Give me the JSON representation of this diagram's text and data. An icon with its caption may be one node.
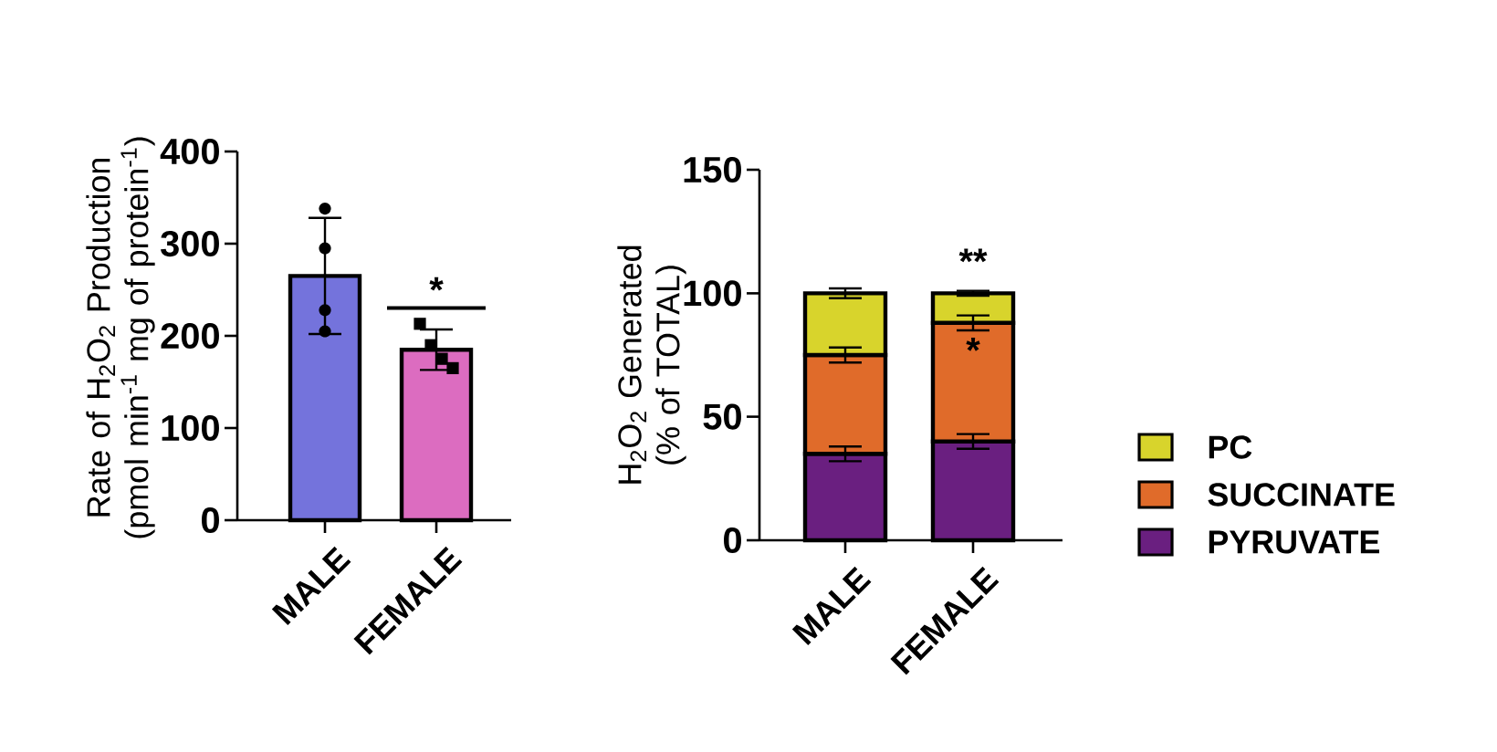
{
  "diagram": {
    "chart_data": [
      {
        "type": "bar",
        "ylabel": "Rate of H$_{2}$O$_{2}$ Production (pmol min$^{-1}$ mg of protein$^{-1}$)",
        "categories": [
          "MALE",
          "FEMALE"
        ],
        "ylim": [
          0,
          400
        ],
        "yticks": [
          {
            "value": 0,
            "label": "0"
          },
          {
            "value": 100,
            "label": "100"
          },
          {
            "value": 200,
            "label": "200"
          },
          {
            "value": 300,
            "label": "300"
          },
          {
            "value": 400,
            "label": "400"
          }
        ],
        "series": [
          {
            "colors": [
              "#7473dc",
              "#dc6cc0"
            ],
            "values": [
              265,
              185
            ],
            "errors": [
              63,
              22
            ]
          }
        ],
        "annotations": [
          "*"
        ]
      },
      {
        "type": "bar",
        "stacked": true,
        "ylabel": "H$_{2}$O$_{2}$ Generated (% of  TOTAL)",
        "categories": [
          "MALE",
          "FEMALE"
        ],
        "ylim": [
          0,
          150
        ],
        "yticks": [
          {
            "value": 0,
            "label": "0"
          },
          {
            "value": 50,
            "label": "50"
          },
          {
            "value": 100,
            "label": "100"
          },
          {
            "value": 150,
            "label": "150"
          }
        ],
        "series": [
          {
            "color": "#6a1f80",
            "values": [
              35,
              40
            ],
            "errors": [
              3,
              3
            ]
          },
          {
            "color": "#e06b2a",
            "values": [
              40,
              48
            ],
            "errors": [
              3,
              3
            ]
          },
          {
            "color": "#d8d42c",
            "values": [
              25,
              12
            ],
            "errors": [
              2,
              1
            ]
          }
        ],
        "annotations": [
          "**",
          "*"
        ]
      }
    ],
    "legend": [
      {
        "text": "PC",
        "color": "#d8d42c"
      },
      {
        "text": "SUCCINATE",
        "color": "#e06b2a"
      },
      {
        "text": "PYRUVATE",
        "color": "#6a1f80"
      }
    ]
  }
}
